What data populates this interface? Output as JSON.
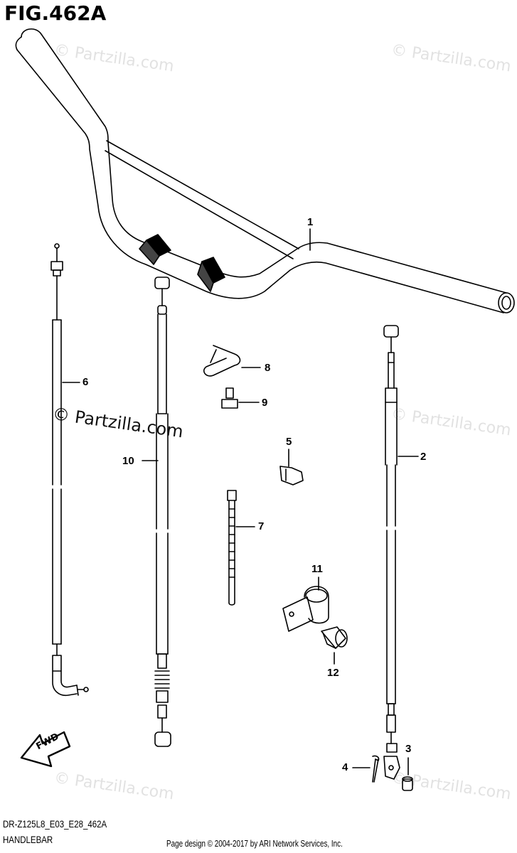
{
  "figure": {
    "title": "FIG.462A",
    "diagram_code": "DR-Z125L8_E03_E28_462A",
    "section_name": "HANDLEBAR",
    "credit": "Page design © 2004-2017 by ARI Network Services, Inc."
  },
  "watermark": {
    "text": "© Partzilla.com"
  },
  "callouts": {
    "c1": "1",
    "c2": "2",
    "c3": "3",
    "c4": "4",
    "c5": "5",
    "c6": "6",
    "c7": "7",
    "c8": "8",
    "c9": "9",
    "c10": "10",
    "c11": "11",
    "c12": "12"
  },
  "direction_badge": {
    "label": "FWD"
  }
}
